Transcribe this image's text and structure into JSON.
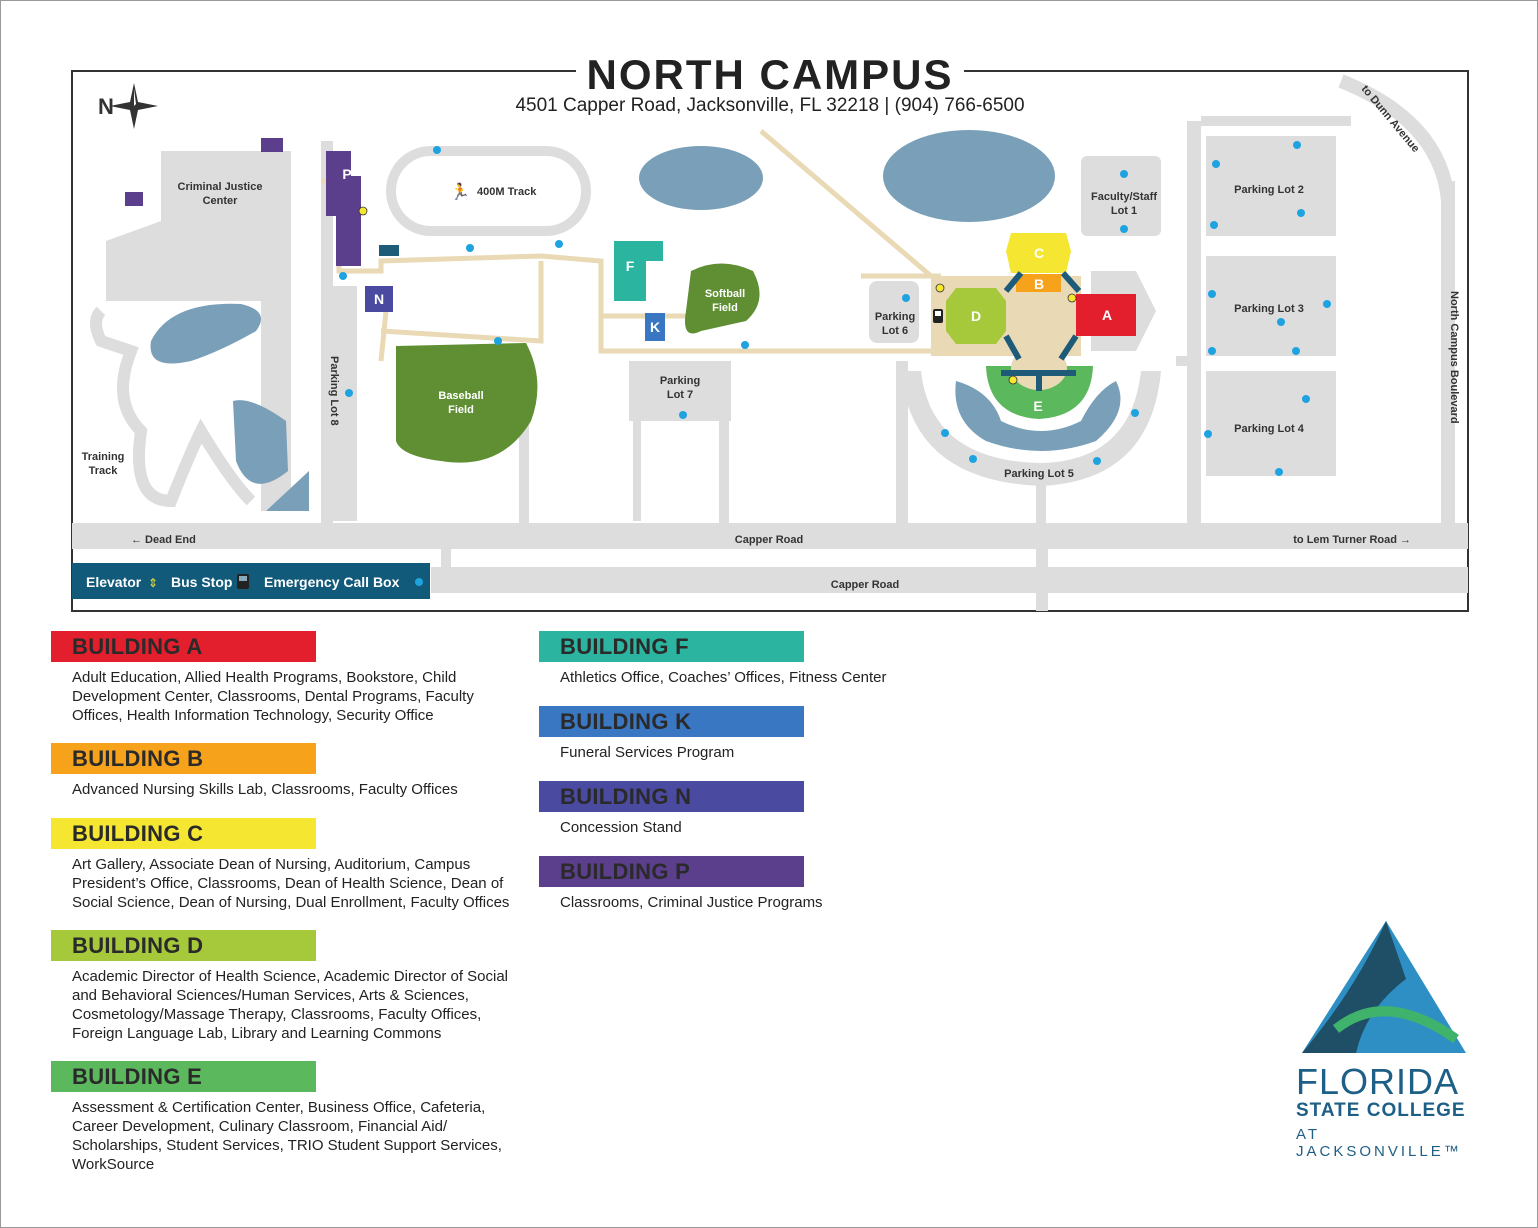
{
  "title": "NORTH CAMPUS",
  "address": "4501 Capper Road, Jacksonville, FL 32218 | (904) 766-6500",
  "compass": "N",
  "map_labels": {
    "criminal_justice_1": "Criminal Justice",
    "criminal_justice_2": "Center",
    "track": "400M Track",
    "training_1": "Training",
    "training_2": "Track",
    "lot8": "Parking Lot 8",
    "baseball_1": "Baseball",
    "baseball_2": "Field",
    "softball_1": "Softball",
    "softball_2": "Field",
    "lot7_1": "Parking",
    "lot7_2": "Lot 7",
    "lot6_1": "Parking",
    "lot6_2": "Lot 6",
    "lot1_1": "Faculty/Staff",
    "lot1_2": "Lot 1",
    "lot2": "Parking Lot 2",
    "lot3": "Parking Lot 3",
    "lot4": "Parking Lot 4",
    "lot5": "Parking Lot 5",
    "dunn": "to Dunn Avenue",
    "ncb": "North Campus Boulevard",
    "dead_end": "← Dead End",
    "capper1": "Capper Road",
    "capper2": "Capper Road",
    "lem_turner": "to Lem Turner Road →",
    "bldg_letters": {
      "A": "A",
      "B": "B",
      "C": "C",
      "D": "D",
      "E": "E",
      "F": "F",
      "K": "K",
      "N": "N",
      "P": "P"
    }
  },
  "map_legend": {
    "elevator": "Elevator",
    "bus_stop": "Bus Stop",
    "call_box": "Emergency Call Box"
  },
  "colors": {
    "A": "#e31e2d",
    "B": "#f7a21b",
    "C": "#f4e631",
    "D": "#a6c93b",
    "E": "#5cb85c",
    "F": "#2bb5a0",
    "K": "#3a77c2",
    "N": "#4a4aa0",
    "P": "#5b3f8c",
    "legend_bar": "#125a7a",
    "water": "#7a9fb8",
    "field": "#5f8f32",
    "road": "#dddddd",
    "path": "#ead9b5",
    "call_box": "#1ea3e0"
  },
  "buildings": [
    {
      "name": "BUILDING A",
      "desc": "Adult Education, Allied Health Programs, Bookstore, Child Development Center, Classrooms, Dental Programs, Faculty Offices, Health Information Technology, Security Office"
    },
    {
      "name": "BUILDING B",
      "desc": "Advanced Nursing Skills Lab, Classrooms, Faculty Offices"
    },
    {
      "name": "BUILDING C",
      "desc": "Art Gallery, Associate Dean of Nursing, Auditorium, Campus President’s Office, Classrooms, Dean of Health Science, Dean of Social Science, Dean of Nursing, Dual Enrollment, Faculty Offices"
    },
    {
      "name": "BUILDING D",
      "desc": "Academic Director of Health Science, Academic Director of Social and Behavioral Sciences/Human Services, Arts & Sciences, Cosmetology/Massage Therapy, Classrooms, Faculty Offices, Foreign Language Lab, Library and Learning Commons"
    },
    {
      "name": "BUILDING E",
      "desc": "Assessment & Certification Center, Business Office, Cafeteria, Career Development, Culinary Classroom, Financial Aid/ Scholarships, Student Services, TRIO Student Support Services, WorkSource"
    },
    {
      "name": "BUILDING F",
      "desc": "Athletics Office, Coaches’ Offices, Fitness Center"
    },
    {
      "name": "BUILDING K",
      "desc": "Funeral Services Program"
    },
    {
      "name": "BUILDING N",
      "desc": "Concession Stand"
    },
    {
      "name": "BUILDING P",
      "desc": "Classrooms, Criminal Justice Programs"
    }
  ],
  "logo": {
    "line1": "FLORIDA",
    "line2": "STATE COLLEGE",
    "line3": "AT JACKSONVILLE™"
  }
}
